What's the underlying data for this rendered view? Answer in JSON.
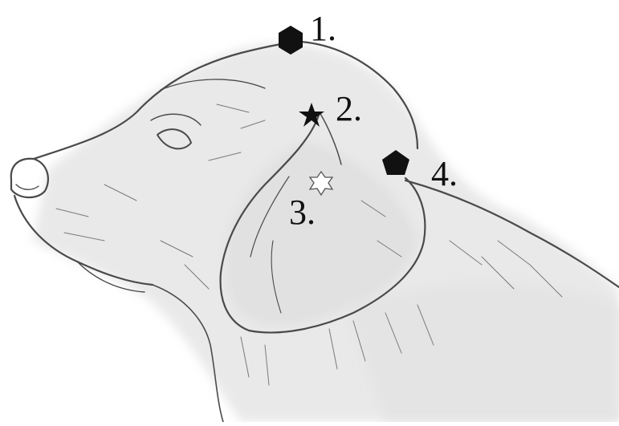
{
  "figure": {
    "subject": "pencil-sketch-dog-head-profile",
    "background_color": "#ffffff",
    "sketch_color": "#555555",
    "marker_color": "#111111"
  },
  "markers": [
    {
      "id": "1",
      "label": "1.",
      "shape": "hexagon",
      "fill": "#111111",
      "icon": "hexagon-icon"
    },
    {
      "id": "2",
      "label": "2.",
      "shape": "star-5",
      "fill": "#111111",
      "icon": "star-icon"
    },
    {
      "id": "3",
      "label": "3.",
      "shape": "star-6-outline",
      "fill": "#ffffff",
      "icon": "hexagram-outline-icon"
    },
    {
      "id": "4",
      "label": "4.",
      "shape": "pentagon",
      "fill": "#111111",
      "icon": "pentagon-icon"
    }
  ]
}
